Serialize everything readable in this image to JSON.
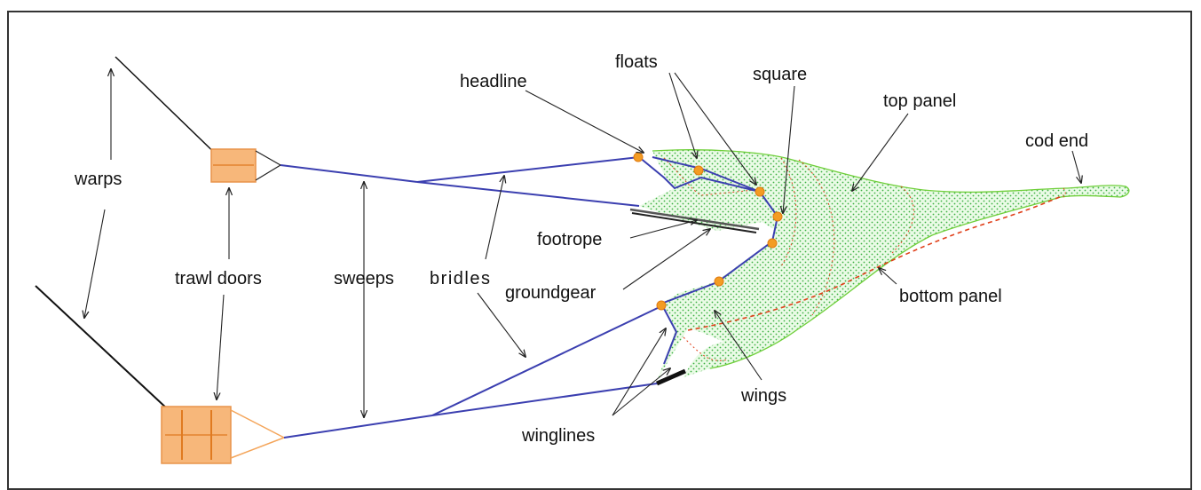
{
  "labels": {
    "warps": "warps",
    "trawl_doors": "trawl doors",
    "sweeps": "sweeps",
    "bridles": "bridles",
    "headline": "headline",
    "floats": "floats",
    "square": "square",
    "top_panel": "top panel",
    "cod_end": "cod end",
    "footrope": "footrope",
    "groundgear": "groundgear",
    "bottom_panel": "bottom  panel",
    "wings": "wings",
    "winglines": "winglines"
  },
  "colors": {
    "rope": "#3b3fb0",
    "door": "#f4a55a",
    "net_dots": "#3cb043",
    "net_edge": "#6fcf3a",
    "red_seam": "#e0401a",
    "float": "#f39c23",
    "pointer": "#222222"
  }
}
